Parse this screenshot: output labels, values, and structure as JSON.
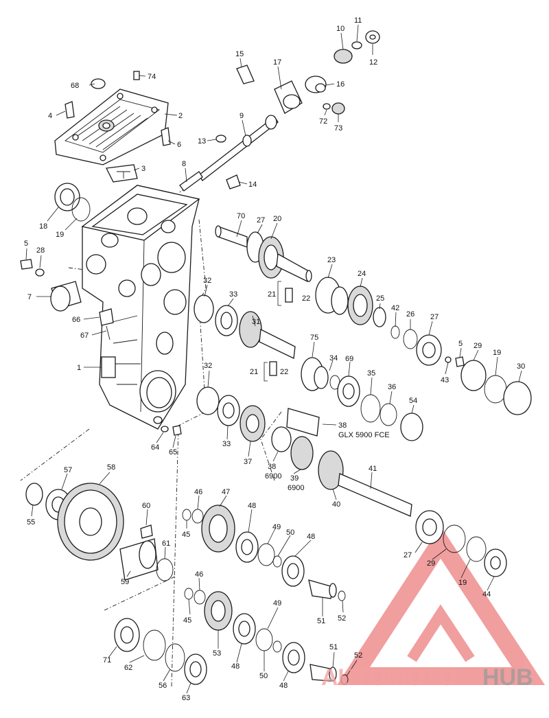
{
  "diagram": {
    "callouts": [
      {
        "id": "c10",
        "label": "10"
      },
      {
        "id": "c11",
        "label": "11"
      },
      {
        "id": "c12",
        "label": "12"
      },
      {
        "id": "c15",
        "label": "15"
      },
      {
        "id": "c17",
        "label": "17"
      },
      {
        "id": "c16",
        "label": "16"
      },
      {
        "id": "c68",
        "label": "68"
      },
      {
        "id": "c74",
        "label": "74"
      },
      {
        "id": "c4",
        "label": "4"
      },
      {
        "id": "c2",
        "label": "2"
      },
      {
        "id": "c9",
        "label": "9"
      },
      {
        "id": "c72",
        "label": "72"
      },
      {
        "id": "c73",
        "label": "73"
      },
      {
        "id": "c13",
        "label": "13"
      },
      {
        "id": "c6",
        "label": "6"
      },
      {
        "id": "c3",
        "label": "3"
      },
      {
        "id": "c8",
        "label": "8"
      },
      {
        "id": "c14",
        "label": "14"
      },
      {
        "id": "c18",
        "label": "18"
      },
      {
        "id": "c19a",
        "label": "19"
      },
      {
        "id": "c70",
        "label": "70"
      },
      {
        "id": "c27a",
        "label": "27"
      },
      {
        "id": "c20",
        "label": "20"
      },
      {
        "id": "c5a",
        "label": "5"
      },
      {
        "id": "c28",
        "label": "28"
      },
      {
        "id": "c23",
        "label": "23"
      },
      {
        "id": "c7",
        "label": "7"
      },
      {
        "id": "c32a",
        "label": "32"
      },
      {
        "id": "c21a",
        "label": "21"
      },
      {
        "id": "c22a",
        "label": "22"
      },
      {
        "id": "c24",
        "label": "24"
      },
      {
        "id": "c33a",
        "label": "33"
      },
      {
        "id": "c25",
        "label": "25"
      },
      {
        "id": "c42",
        "label": "42"
      },
      {
        "id": "c26",
        "label": "26"
      },
      {
        "id": "c27b",
        "label": "27"
      },
      {
        "id": "c66",
        "label": "66"
      },
      {
        "id": "c31",
        "label": "31"
      },
      {
        "id": "c67",
        "label": "67"
      },
      {
        "id": "c75",
        "label": "75"
      },
      {
        "id": "c5b",
        "label": "5"
      },
      {
        "id": "c29a",
        "label": "29"
      },
      {
        "id": "c19b",
        "label": "19"
      },
      {
        "id": "c30",
        "label": "30"
      },
      {
        "id": "c34",
        "label": "34"
      },
      {
        "id": "c69",
        "label": "69"
      },
      {
        "id": "c43",
        "label": "43"
      },
      {
        "id": "c1",
        "label": "1"
      },
      {
        "id": "c32b",
        "label": "32"
      },
      {
        "id": "c21b",
        "label": "21"
      },
      {
        "id": "c22b",
        "label": "22"
      },
      {
        "id": "c35",
        "label": "35"
      },
      {
        "id": "c36",
        "label": "36"
      },
      {
        "id": "c54",
        "label": "54"
      },
      {
        "id": "c38a",
        "label": "38"
      },
      {
        "id": "c33b",
        "label": "33"
      },
      {
        "id": "c37",
        "label": "37"
      },
      {
        "id": "c38b",
        "label": "38"
      },
      {
        "id": "c39",
        "label": "39"
      },
      {
        "id": "c64",
        "label": "64"
      },
      {
        "id": "c65",
        "label": "65"
      },
      {
        "id": "c57",
        "label": "57"
      },
      {
        "id": "c58",
        "label": "58"
      },
      {
        "id": "c41",
        "label": "41"
      },
      {
        "id": "c40",
        "label": "40"
      },
      {
        "id": "c55",
        "label": "55"
      },
      {
        "id": "c60",
        "label": "60"
      },
      {
        "id": "c46a",
        "label": "46"
      },
      {
        "id": "c47",
        "label": "47"
      },
      {
        "id": "c48a",
        "label": "48"
      },
      {
        "id": "c45a",
        "label": "45"
      },
      {
        "id": "c49a",
        "label": "49"
      },
      {
        "id": "c50a",
        "label": "50"
      },
      {
        "id": "c48b",
        "label": "48"
      },
      {
        "id": "c61",
        "label": "61"
      },
      {
        "id": "c27c",
        "label": "27"
      },
      {
        "id": "c29b",
        "label": "29"
      },
      {
        "id": "c19c",
        "label": "19"
      },
      {
        "id": "c44",
        "label": "44"
      },
      {
        "id": "c59",
        "label": "59"
      },
      {
        "id": "c46b",
        "label": "46"
      },
      {
        "id": "c51a",
        "label": "51"
      },
      {
        "id": "c52a",
        "label": "52"
      },
      {
        "id": "c45b",
        "label": "45"
      },
      {
        "id": "c49b",
        "label": "49"
      },
      {
        "id": "c71",
        "label": "71"
      },
      {
        "id": "c53",
        "label": "53"
      },
      {
        "id": "c51b",
        "label": "51"
      },
      {
        "id": "c62",
        "label": "62"
      },
      {
        "id": "c48c",
        "label": "48"
      },
      {
        "id": "c52b",
        "label": "52"
      },
      {
        "id": "c56",
        "label": "56"
      },
      {
        "id": "c50b",
        "label": "50"
      },
      {
        "id": "c48d",
        "label": "48"
      },
      {
        "id": "c63",
        "label": "63"
      }
    ],
    "variant_notes": {
      "glx": "GLX 5900 FCE",
      "v38": "6900",
      "v39": "6900"
    }
  },
  "watermark": {
    "brand_part1": "AUTOMOTO",
    "brand_part2": "HUB",
    "logo_color": "#e55050",
    "accent_color": "#9a9a9a"
  }
}
